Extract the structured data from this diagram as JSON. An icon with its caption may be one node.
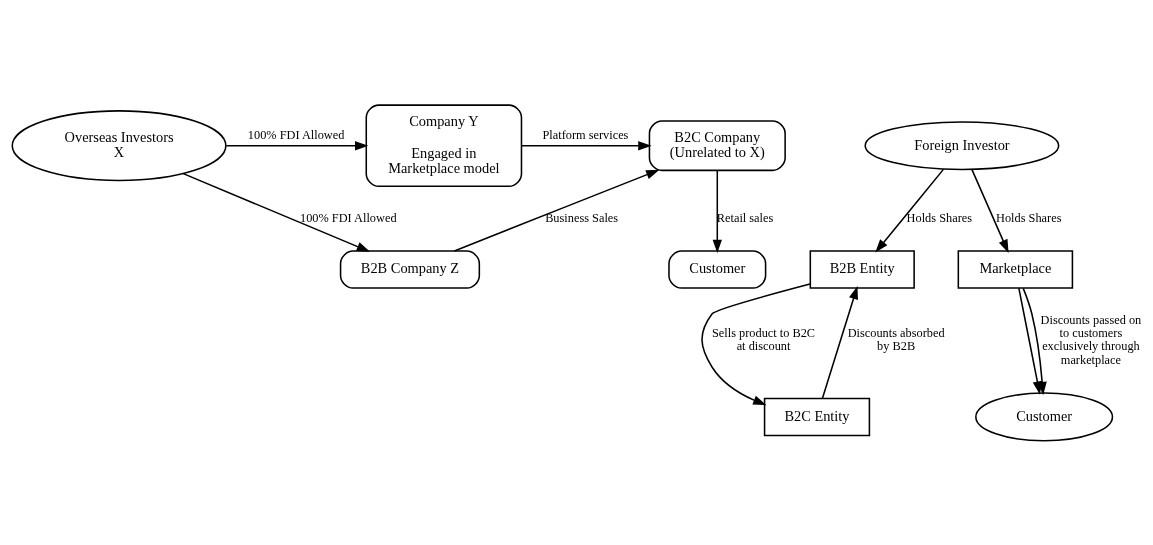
{
  "diagram": {
    "nodes": [
      {
        "text": [
          "Overseas Investors X"
        ]
      },
      {
        "text": [
          "Company Y",
          "Engaged in Marketplace model"
        ]
      },
      {
        "text": [
          "B2C Company (Unrelated to X)"
        ]
      },
      {
        "text": [
          "B2B Company Z"
        ]
      },
      {
        "text": [
          "Customer"
        ]
      },
      {
        "text": [
          "Foreign Investor"
        ]
      },
      {
        "text": [
          "B2B Entity"
        ]
      },
      {
        "text": [
          "B2C Entity"
        ]
      },
      {
        "text": [
          "Marketplace"
        ]
      },
      {
        "text": [
          "Customer"
        ]
      }
    ],
    "edges": [
      {
        "from": 0,
        "to": 1,
        "arrow": "to",
        "label": "100% FDI Allowed"
      },
      {
        "from": 0,
        "to": 3,
        "arrow": "to",
        "label": "100% FDI Allowed"
      },
      {
        "from": 1,
        "to": 2,
        "arrow": "to",
        "label": "Platform services"
      },
      {
        "from": 3,
        "to": 2,
        "arrow": "to",
        "label": "Business Sales"
      },
      {
        "from": 2,
        "to": 4,
        "arrow": "to",
        "label": "Retail sales"
      },
      {
        "from": 5,
        "to": 6,
        "arrow": "to",
        "label": "Holds Shares"
      },
      {
        "from": 5,
        "to": 8,
        "arrow": "to",
        "label": "Holds Shares"
      },
      {
        "from": 6,
        "to": 7,
        "arrow": "to",
        "label": "Sells product to B2C at discount"
      },
      {
        "from": 7,
        "to": 6,
        "arrow": "to",
        "label": "Discounts absorbed by B2B"
      },
      {
        "from": 8,
        "to": 9,
        "arrow": "to"
      },
      {
        "from": 8,
        "to": 9,
        "arrow": "to",
        "label": "Discounts passed on to customers exclusively through marketplace"
      }
    ]
  }
}
